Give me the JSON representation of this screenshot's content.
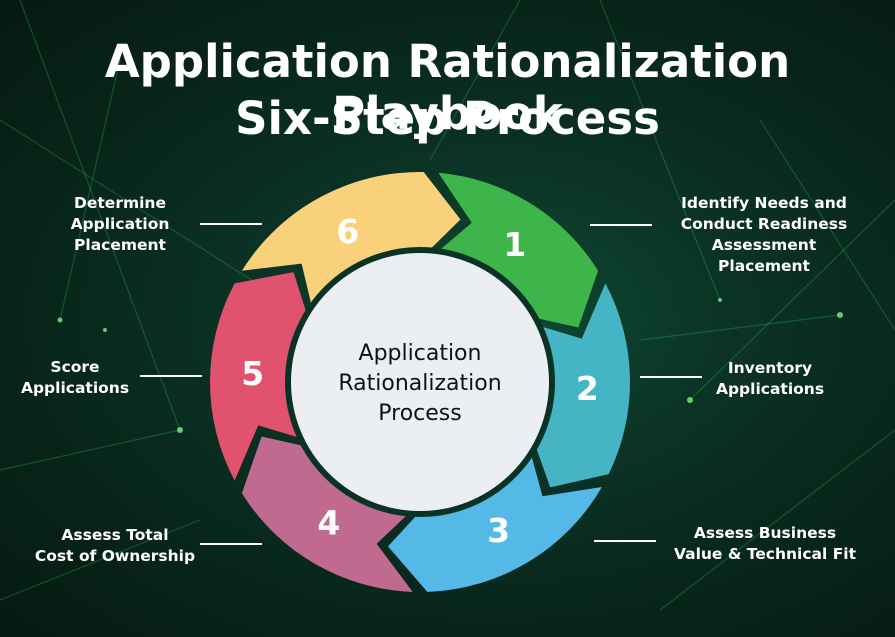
{
  "title": {
    "line1": "Application Rationalization Playbook",
    "line2": "Six-Step Process"
  },
  "center": {
    "lines": [
      "Application",
      "Rationalization",
      "Process"
    ]
  },
  "colors": {
    "step1": "#3db54a",
    "step2": "#45b5c5",
    "step3": "#55b9e8",
    "step4": "#c06a8f",
    "step5": "#e0526e",
    "step6": "#f8d17a",
    "center_fill": "#eceff1",
    "ring_bg": "#0b3325"
  },
  "steps": [
    {
      "number": "1",
      "label": [
        "Identify Needs and",
        "Conduct Readiness",
        "Assessment",
        "Placement"
      ]
    },
    {
      "number": "2",
      "label": [
        "Inventory",
        "Applications"
      ]
    },
    {
      "number": "3",
      "label": [
        "Assess Business",
        "Value & Technical Fit"
      ]
    },
    {
      "number": "4",
      "label": [
        "Assess Total",
        "Cost of Ownership"
      ]
    },
    {
      "number": "5",
      "label": [
        "Score",
        "Applications"
      ]
    },
    {
      "number": "6",
      "label": [
        "Determine",
        "Application",
        "Placement"
      ]
    }
  ]
}
